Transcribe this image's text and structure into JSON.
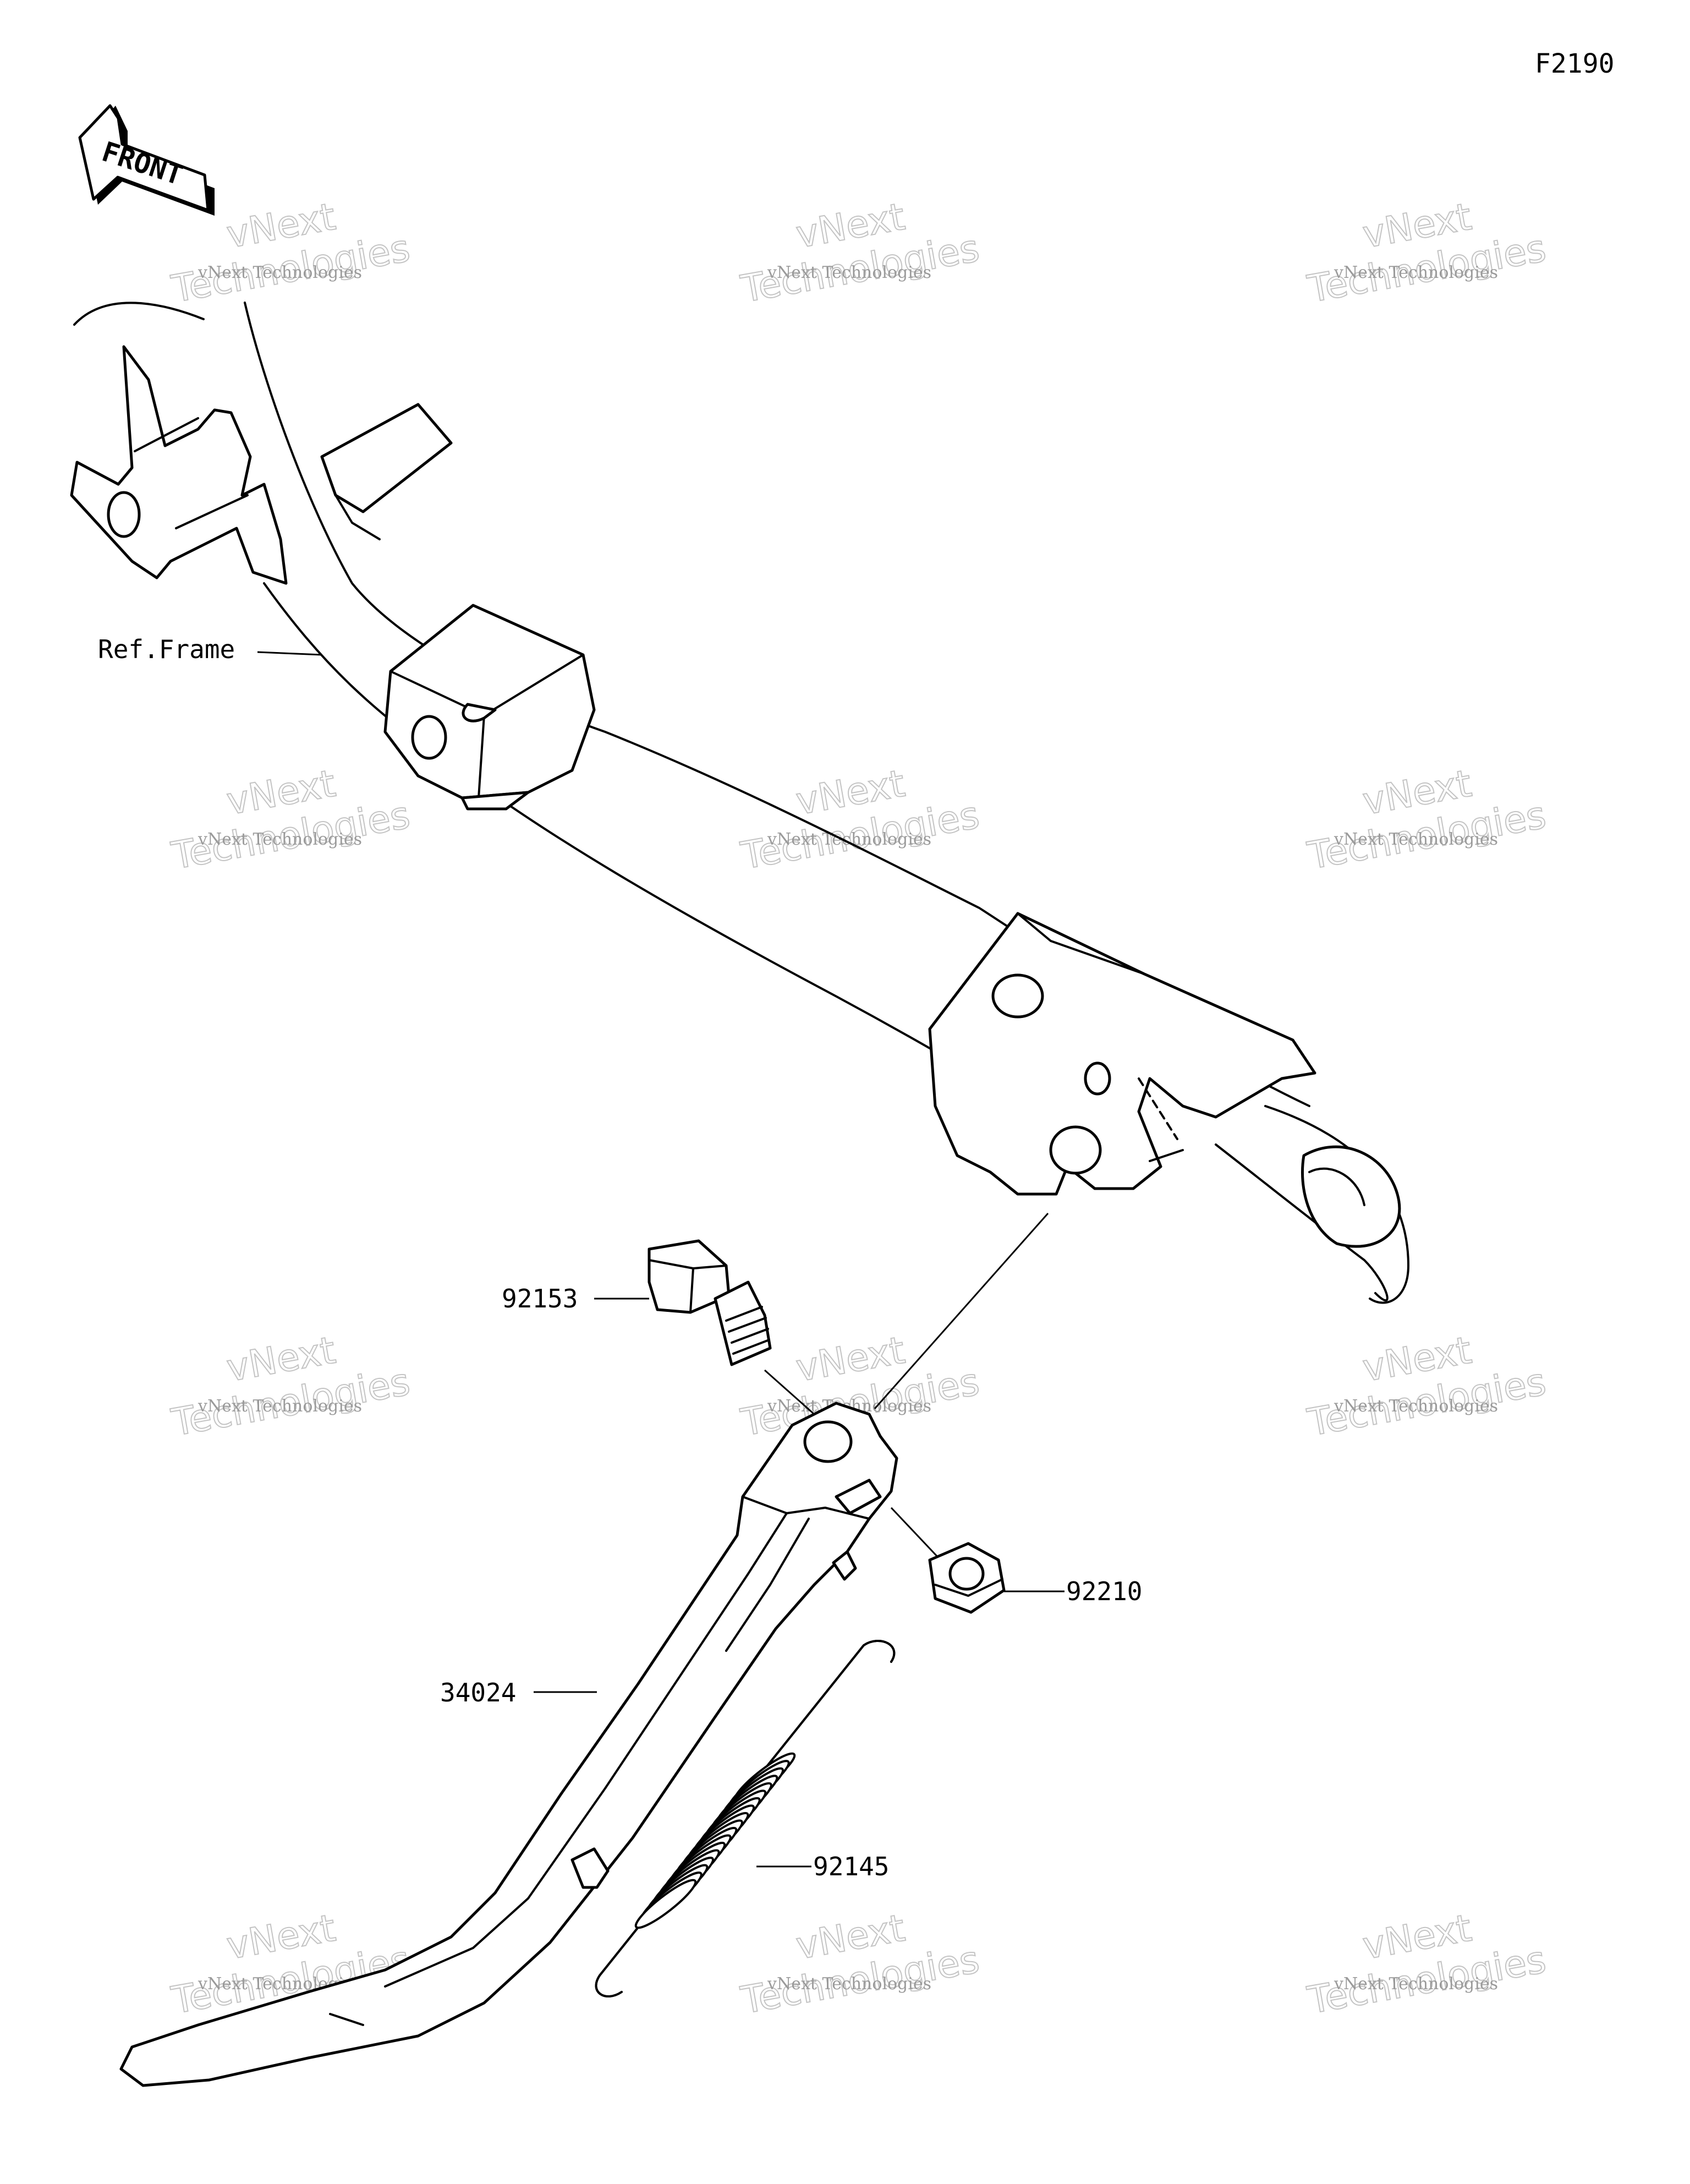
{
  "figure_code": "F2190",
  "front_arrow": {
    "text": "FRONT",
    "icon": "front-arrow-icon"
  },
  "watermark": {
    "line1": "vNext Technologies",
    "line2": "vNext",
    "line3": "Technologies"
  },
  "labels": {
    "frame": "Ref.Frame",
    "bolt": "92153",
    "nut": "92210",
    "stand": "34024",
    "spring": "92145"
  }
}
